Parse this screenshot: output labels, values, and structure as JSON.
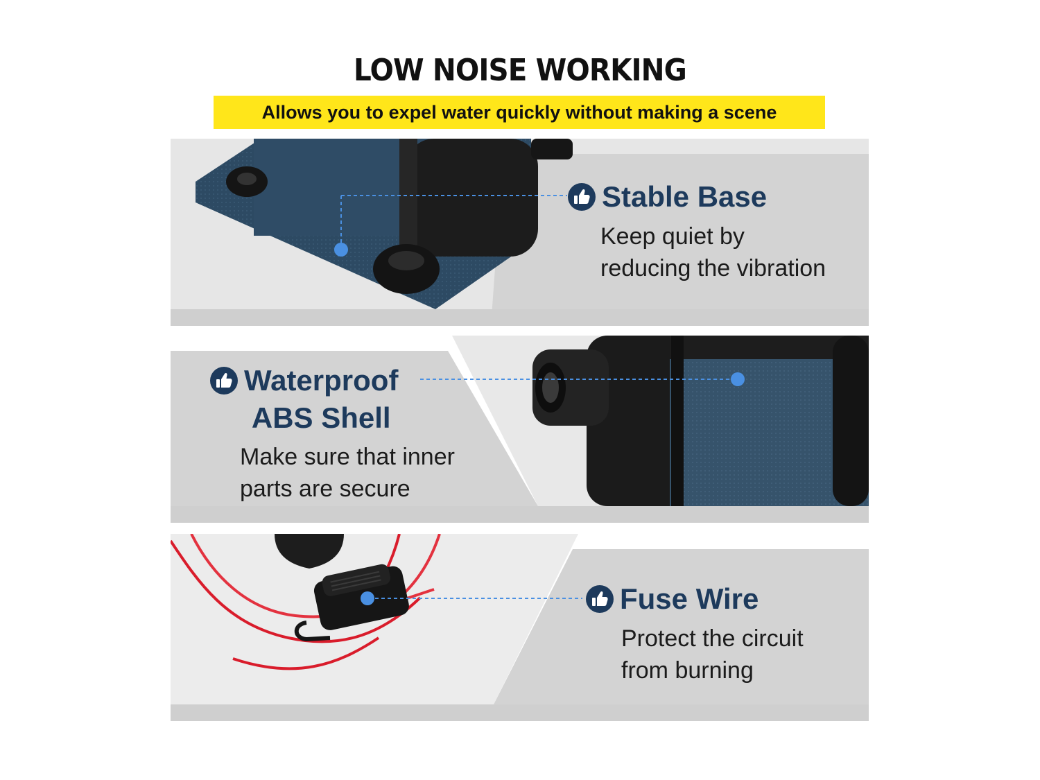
{
  "header": {
    "title": "LOW NOISE WORKING",
    "subtitle": "Allows you to expel water quickly without making a scene"
  },
  "features": [
    {
      "title": "Stable Base",
      "description": "Keep quiet by\nreducing the vibration",
      "icon": "thumbs-up-icon"
    },
    {
      "title": "Waterproof\nABS Shell",
      "description": "Make sure that inner\nparts are secure",
      "icon": "thumbs-up-icon"
    },
    {
      "title": "Fuse Wire",
      "description": "Protect the circuit\nfrom burning",
      "icon": "thumbs-up-icon"
    }
  ],
  "colors": {
    "accent_yellow": "#ffe61a",
    "title_navy": "#1d3a5c",
    "panel_gray": "#d6d6d6",
    "callout_blue": "#4a90e2"
  }
}
